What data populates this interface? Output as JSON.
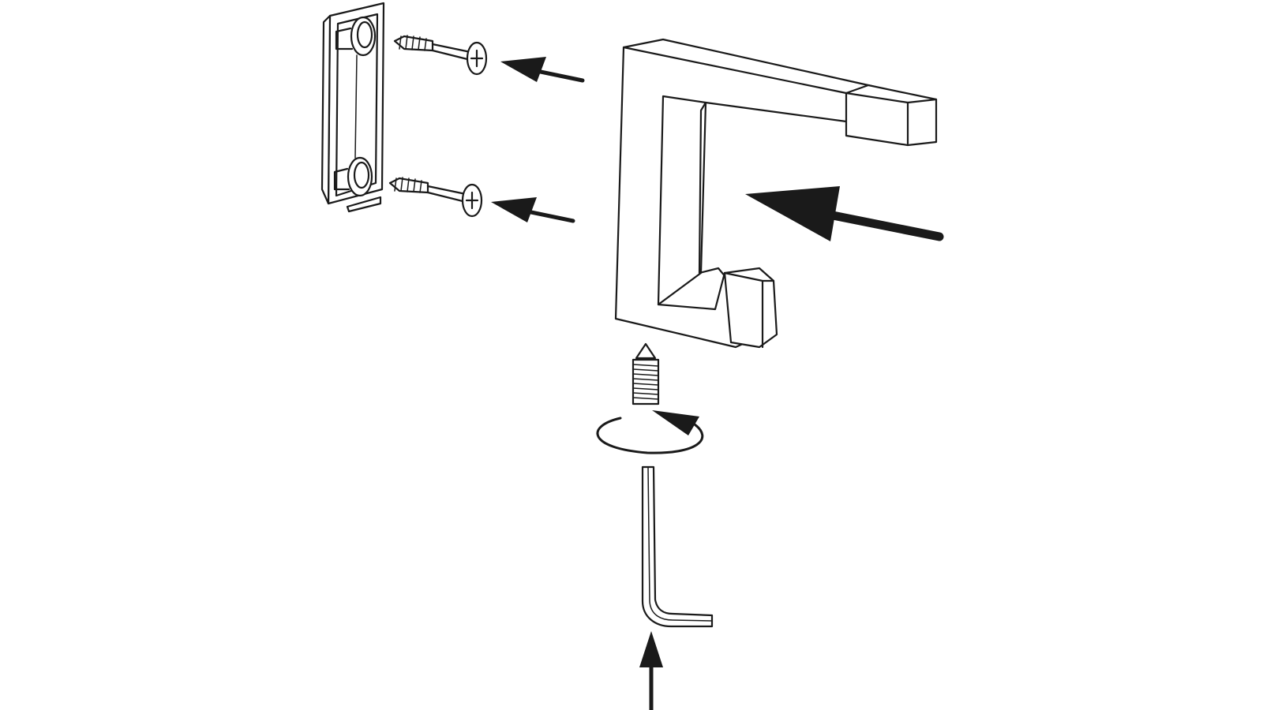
{
  "figure": {
    "kind": "exploded assembly diagram",
    "line_color": "#1a1a1a",
    "background": "#ffffff"
  },
  "parts": [
    {
      "id": "wall-mounting-plate",
      "icon": "mounting-plate-icon"
    },
    {
      "id": "wood-screw-top",
      "icon": "phillips-screw-icon"
    },
    {
      "id": "wood-screw-bottom",
      "icon": "phillips-screw-icon"
    },
    {
      "id": "double-hook",
      "icon": "coat-hook-icon"
    },
    {
      "id": "grub-screw",
      "icon": "set-screw-icon"
    },
    {
      "id": "hex-key",
      "icon": "allen-key-icon"
    }
  ],
  "motions": [
    {
      "id": "arrow-screw-top",
      "direction": "left"
    },
    {
      "id": "arrow-screw-bottom",
      "direction": "left"
    },
    {
      "id": "arrow-hook",
      "direction": "left"
    },
    {
      "id": "rotation-arrow",
      "direction": "clockwise"
    },
    {
      "id": "arrow-hex-key",
      "direction": "up"
    }
  ]
}
